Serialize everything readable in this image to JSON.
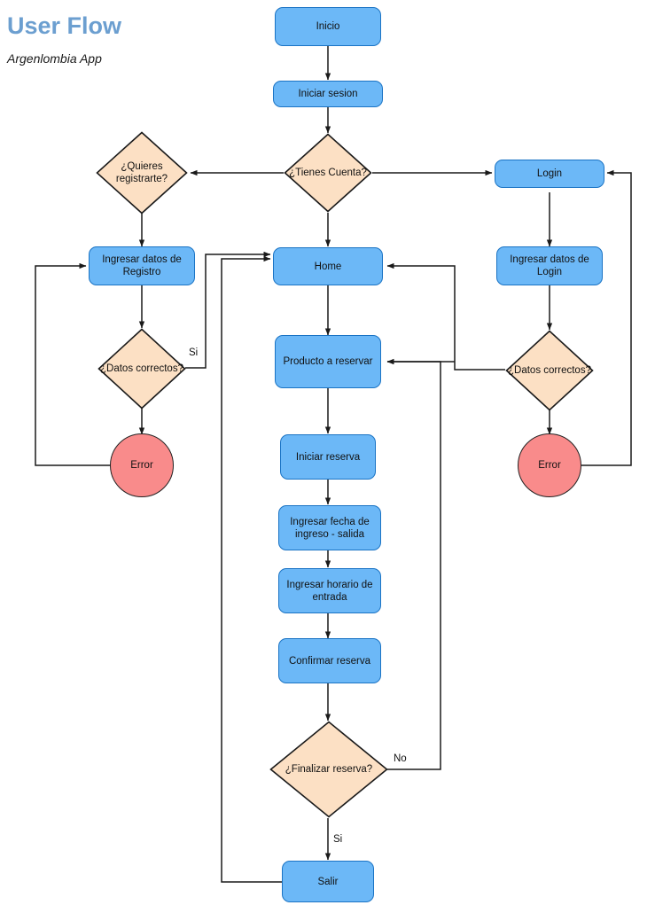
{
  "header": {
    "title": "User Flow",
    "subtitle": "Argenlombia App",
    "title_color": "#6c9fd0"
  },
  "palette": {
    "process_fill": "#6cb8f7",
    "process_stroke": "#1a73c4",
    "decision_fill": "#fce0c4",
    "decision_stroke": "#1a1a1a",
    "terminal_fill": "#f98b8b",
    "terminal_stroke": "#222222",
    "edge_stroke": "#1a1a1a"
  },
  "diagram": {
    "type": "flowchart",
    "nodes": [
      {
        "id": "inicio",
        "shape": "process",
        "label": "Inicio"
      },
      {
        "id": "iniciar-sesion",
        "shape": "process",
        "label": "Iniciar sesion"
      },
      {
        "id": "tienes-cuenta",
        "shape": "decision",
        "label": "¿Tienes Cuenta?"
      },
      {
        "id": "quieres-registrarte",
        "shape": "decision",
        "label": "¿Quieres registrarte?"
      },
      {
        "id": "login",
        "shape": "process",
        "label": "Login"
      },
      {
        "id": "datos-registro",
        "shape": "process",
        "label": "Ingresar datos de Registro"
      },
      {
        "id": "home",
        "shape": "process",
        "label": "Home"
      },
      {
        "id": "datos-login",
        "shape": "process",
        "label": "Ingresar datos de Login"
      },
      {
        "id": "datos-correctos-izq",
        "shape": "decision",
        "label": "¿Datos correctos?"
      },
      {
        "id": "datos-correctos-der",
        "shape": "decision",
        "label": "¿Datos correctos?"
      },
      {
        "id": "producto-reservar",
        "shape": "process",
        "label": "Producto a reservar"
      },
      {
        "id": "error-izq",
        "shape": "terminal",
        "label": "Error"
      },
      {
        "id": "error-der",
        "shape": "terminal",
        "label": "Error"
      },
      {
        "id": "iniciar-reserva",
        "shape": "process",
        "label": "Iniciar reserva"
      },
      {
        "id": "fecha-ingreso",
        "shape": "process",
        "label": "Ingresar fecha de ingreso - salida"
      },
      {
        "id": "horario-entrada",
        "shape": "process",
        "label": "Ingresar horario de entrada"
      },
      {
        "id": "confirmar-reserva",
        "shape": "process",
        "label": "Confirmar reserva"
      },
      {
        "id": "finalizar-reserva",
        "shape": "decision",
        "label": "¿Finalizar reserva?"
      },
      {
        "id": "salir",
        "shape": "process",
        "label": "Salir"
      }
    ],
    "edge_labels": {
      "registro_si": "Si",
      "finalizar_no": "No",
      "finalizar_si": "Si"
    }
  }
}
